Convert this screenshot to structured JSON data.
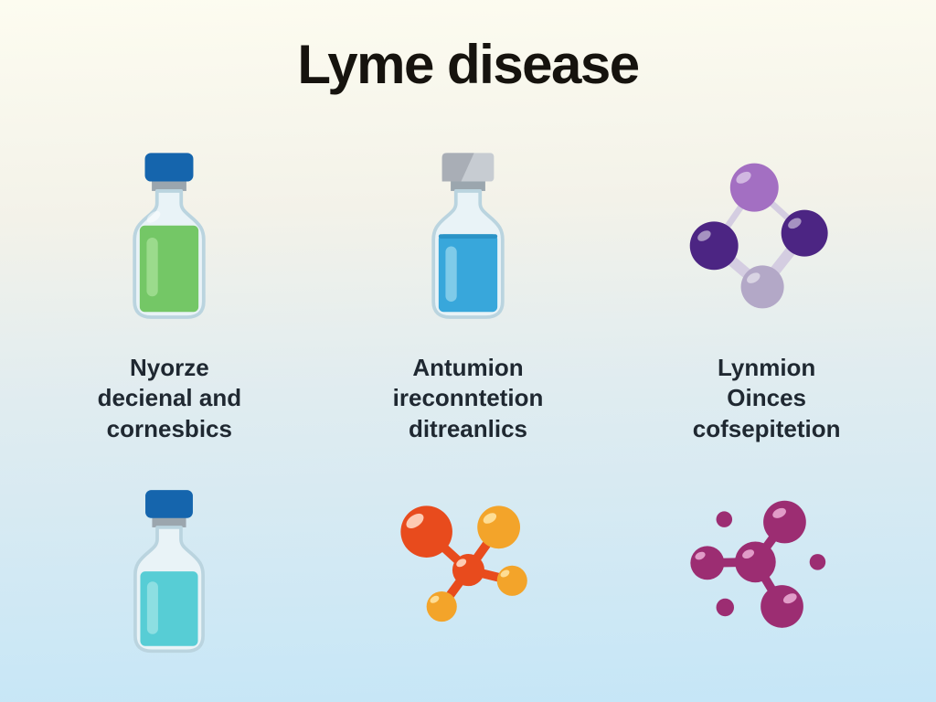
{
  "title": "Lyme disease",
  "cards": [
    {
      "icon": "green-vial-icon",
      "label_lines": [
        "Nyorze",
        "decienal and",
        "cornesbics"
      ]
    },
    {
      "icon": "blue-vial-icon",
      "label_lines": [
        "Antumion",
        "ireconntetion",
        "ditreanlics"
      ]
    },
    {
      "icon": "purple-molecule-icon",
      "label_lines": [
        "Lynmion",
        "Oinces",
        "cofsepitetion"
      ]
    },
    {
      "icon": "teal-vial-icon"
    },
    {
      "icon": "orange-molecule-icon"
    },
    {
      "icon": "magenta-molecule-icon"
    }
  ],
  "colors": {
    "bg-top": "#fdfcf0",
    "bg-upper-mid": "#f3f2e9",
    "bg-lower-mid": "#e0ecf0",
    "bg-bottom": "#c5e6f7",
    "title": "#16130e",
    "label": "#1f2831",
    "cap-blue": "#1565ad",
    "cap-gray": "#c7ccd2",
    "cap-gray-dark": "#a9aeb6",
    "neck-gray": "#9ba6ae",
    "glass-fill": "#e9f3f7",
    "glass-stroke": "#bad4df",
    "liquid-green": "#74c766",
    "liquid-green-hi": "#9bdb8c",
    "liquid-blue": "#38a7db",
    "liquid-blue-hi": "#7fcbe9",
    "liquid-blue-edge": "#2b93c6",
    "liquid-teal": "#57cdd5",
    "liquid-teal-hi": "#8ddfe2",
    "purple-mid": "#a36fc2",
    "purple-dark": "#4c2583",
    "purple-light": "#b3a8c7",
    "purple-bond": "#d4cde1",
    "orange-red": "#e84b1d",
    "amber": "#f3a42a",
    "magenta": "#9c2d72"
  }
}
